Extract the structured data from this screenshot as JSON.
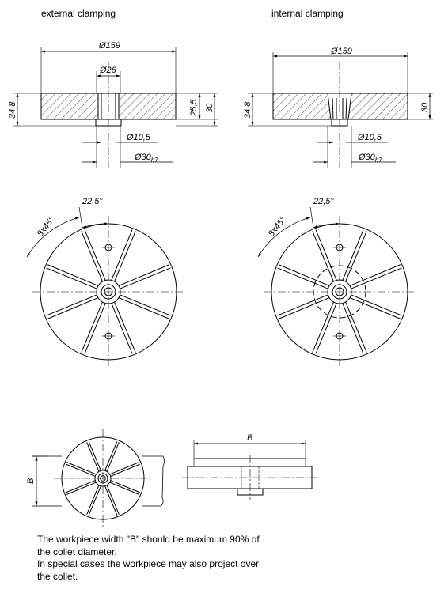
{
  "captions": {
    "external": "external clamping",
    "internal": "internal clamping"
  },
  "dims": {
    "dia159": "Ø159",
    "dia26": "Ø26",
    "h34_8": "34,8",
    "h25_5": "25,5",
    "h30": "30",
    "dia10_5": "Ø10,5",
    "dia30": "Ø30",
    "h7": "h7",
    "angle22_5": "22,5°",
    "pattern": "8x45°",
    "width_b": "B"
  },
  "note": {
    "line1": "The workpiece width \"B\" should be maximum 90% of the collet diameter.",
    "line2": "In special cases the workpiece may also project over the collet."
  }
}
